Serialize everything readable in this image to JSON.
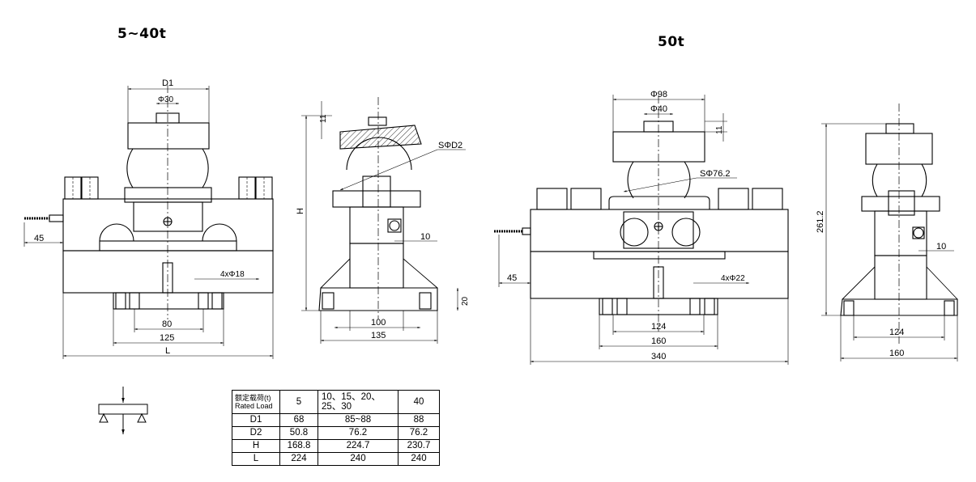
{
  "titles": {
    "small": "5~40t",
    "large": "50t"
  },
  "dims_left_front": {
    "d1": "D1",
    "d30": "Φ30",
    "d45": "45",
    "d80": "80",
    "d125": "125",
    "holes": "4xΦ18",
    "l": "L"
  },
  "dims_left_side": {
    "h": "H",
    "t11": "11",
    "sd2": "SΦD2",
    "d10": "10",
    "d20": "20",
    "d100": "100",
    "d135": "135"
  },
  "dims_right_front": {
    "d98": "Φ98",
    "d40": "Φ40",
    "t11": "11",
    "sd": "SΦ76.2",
    "d45": "45",
    "holes": "4xΦ22",
    "d124": "124",
    "d160": "160",
    "d340": "340"
  },
  "dims_right_side": {
    "h": "261.2",
    "d10": "10",
    "d124": "124",
    "d160": "160"
  },
  "spec_table": {
    "header_cn": "额定载荷(t)",
    "header_en": "Rated Load",
    "columns": [
      "5",
      "10、15、20、\n25、30",
      "40"
    ],
    "rows": [
      {
        "label": "D1",
        "values": [
          "68",
          "85~88",
          "88"
        ]
      },
      {
        "label": "D2",
        "values": [
          "50.8",
          "76.2",
          "76.2"
        ]
      },
      {
        "label": "H",
        "values": [
          "168.8",
          "224.7",
          "230.7"
        ]
      },
      {
        "label": "L",
        "values": [
          "224",
          "240",
          "240"
        ]
      }
    ]
  }
}
